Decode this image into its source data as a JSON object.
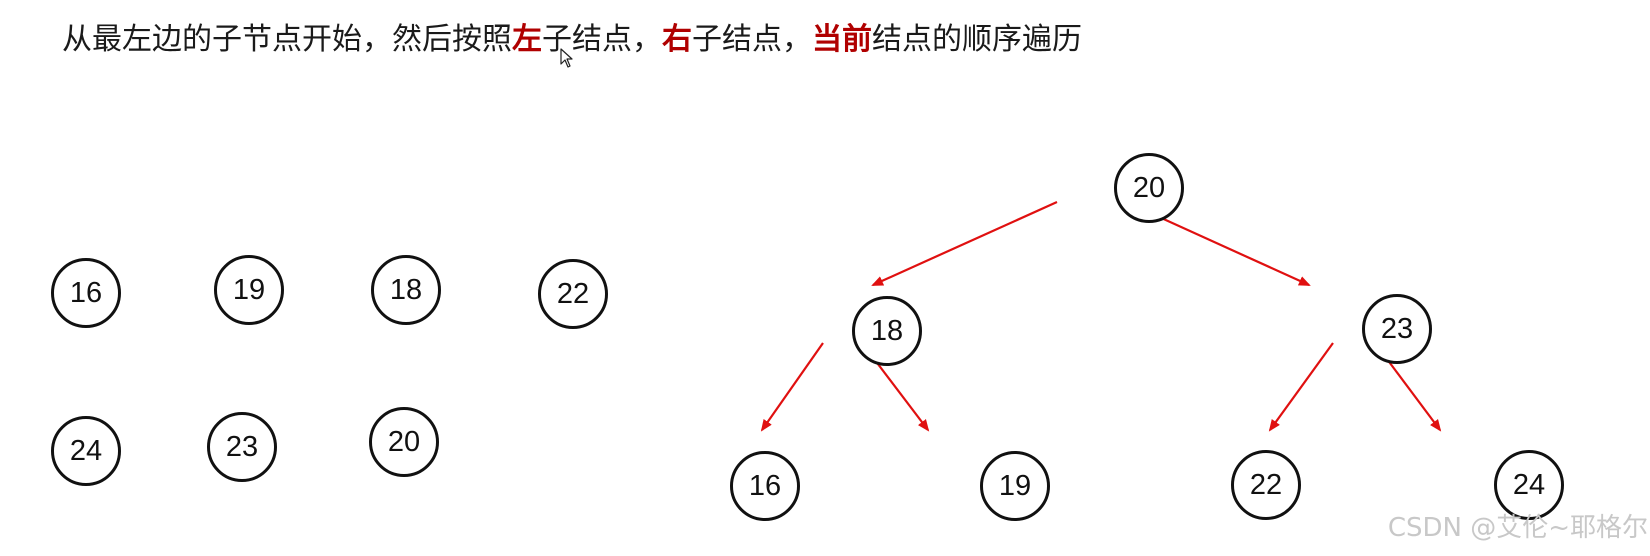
{
  "heading": {
    "part1": "从最左边的子节点开始，然后按照",
    "emph_left": "左",
    "part2": "子结点，",
    "emph_right": "右",
    "part3": "子结点，",
    "emph_current": "当前",
    "part4": "结点的顺序遍历"
  },
  "loose_nodes": [
    "16",
    "19",
    "18",
    "22",
    "24",
    "23",
    "20"
  ],
  "tree": {
    "root": "20",
    "left": "18",
    "right": "23",
    "left_left": "16",
    "left_right": "19",
    "right_left": "22",
    "right_right": "24"
  },
  "colors": {
    "edge": "#e01010",
    "emphasis": "#b00000"
  },
  "watermark": "CSDN @艾伦~耶格尔"
}
